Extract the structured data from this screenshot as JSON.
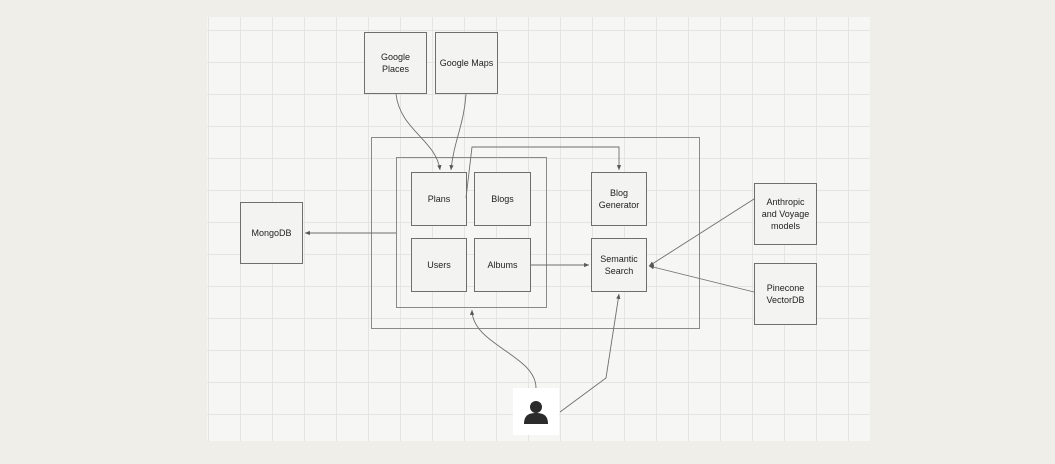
{
  "nodes": {
    "google_places": "Google Places",
    "google_maps": "Google Maps",
    "mongodb": "MongoDB",
    "plans": "Plans",
    "blogs": "Blogs",
    "users": "Users",
    "albums": "Albums",
    "blog_generator": "Blog\nGenerator",
    "semantic_search": "Semantic\nSearch",
    "anthropic_voyage": "Anthropic\nand Voyage\nmodels",
    "pinecone": "Pinecone\nVectorDB"
  },
  "icons": {
    "user": "user-icon"
  },
  "colors": {
    "page_background": "#efeee8",
    "canvas_background": "#f6f6f5",
    "node_fill": "#f3f3f2",
    "stroke": "#6f6f6f",
    "user_icon": "#2b2b2b"
  }
}
